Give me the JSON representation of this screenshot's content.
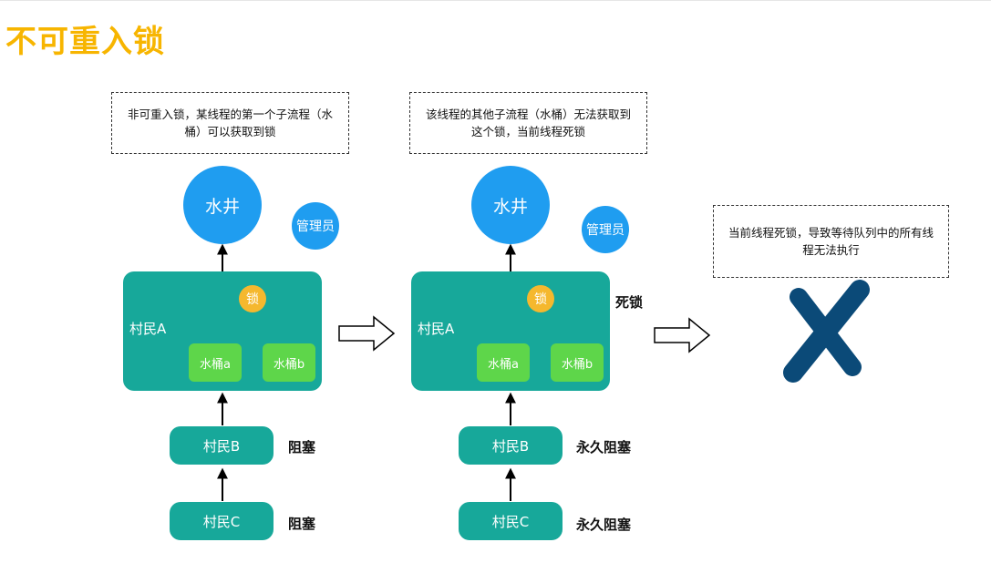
{
  "title": "不可重入锁",
  "colors": {
    "title": "#f7b500",
    "blue": "#1f9df0",
    "teal": "#17a89a",
    "green": "#5ed64a",
    "lock": "#f5b82e",
    "dark_blue": "#0b4a78"
  },
  "stage1": {
    "note": "非可重入锁，某线程的第一个子流程（水桶）可以获取到锁",
    "well": "水井",
    "admin": "管理员",
    "villager_a": "村民A",
    "lock": "锁",
    "bucket_a": "水桶a",
    "bucket_b": "水桶b",
    "villager_b": "村民B",
    "villager_c": "村民C",
    "status_b": "阻塞",
    "status_c": "阻塞"
  },
  "stage2": {
    "note": "该线程的其他子流程（水桶）无法获取到这个锁，当前线程死锁",
    "well": "水井",
    "admin": "管理员",
    "villager_a": "村民A",
    "lock": "锁",
    "bucket_a": "水桶a",
    "bucket_b": "水桶b",
    "deadlock_label": "死锁",
    "villager_b": "村民B",
    "villager_c": "村民C",
    "status_b": "永久阻塞",
    "status_c": "永久阻塞"
  },
  "stage3": {
    "note": "当前线程死锁，导致等待队列中的所有线程无法执行",
    "cross_icon": "x-mark"
  }
}
